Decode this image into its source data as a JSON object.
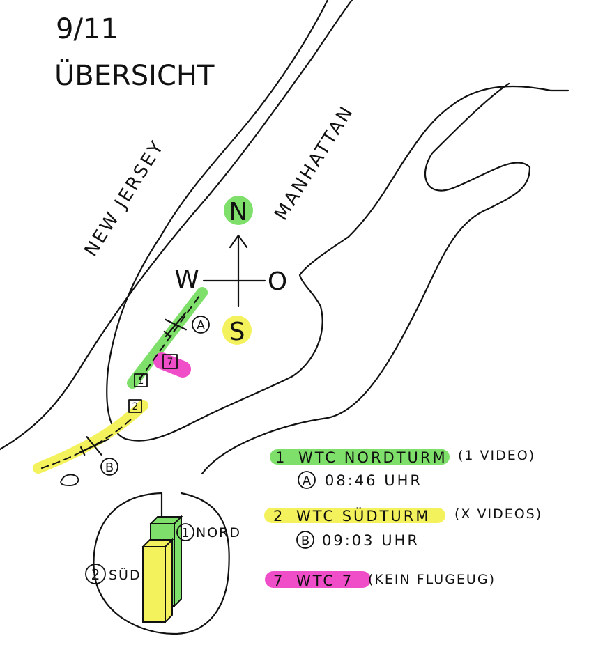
{
  "title": {
    "line1": "9/11",
    "line2": "ÜBERSICHT"
  },
  "regions": {
    "new_jersey": "NEW JERSEY",
    "manhattan": "MANHATTAN"
  },
  "compass": {
    "north": "N",
    "south": "S",
    "west": "W",
    "east": "O"
  },
  "map_markers": {
    "a": "A",
    "b": "B",
    "building_1": "1",
    "building_2": "2",
    "building_7": "7"
  },
  "legend": [
    {
      "number": "1",
      "name": "WTC NORDTURM",
      "note": "(1 VIDEO)",
      "marker": "A",
      "time": "08:46 UHR",
      "color": "#7ee06a"
    },
    {
      "number": "2",
      "name": "WTC SÜDTURM",
      "note": "(X VIDEOS)",
      "marker": "B",
      "time": "09:03 UHR",
      "color": "#f4f25c"
    },
    {
      "number": "7",
      "name": "WTC 7",
      "note": "(KEIN FLUGEUG)",
      "color": "#f04ec8"
    }
  ],
  "inset": {
    "north_num": "1",
    "north_label": "NORD",
    "south_num": "2",
    "south_label": "SÜD"
  },
  "colors": {
    "green": "#7ee06a",
    "yellow": "#f4f25c",
    "magenta": "#f04ec8",
    "ink": "#111111"
  }
}
